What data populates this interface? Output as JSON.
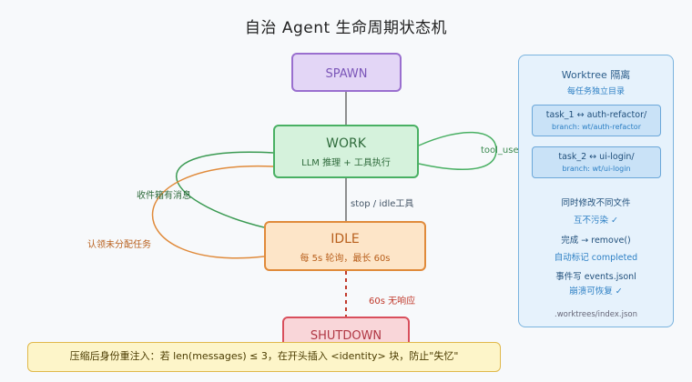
{
  "title": "自治 Agent 生命周期状态机",
  "states": {
    "spawn": {
      "name": "SPAWN"
    },
    "work": {
      "name": "WORK",
      "sub": "LLM 推理 + 工具执行"
    },
    "idle": {
      "name": "IDLE",
      "sub": "每 5s 轮询，最长 60s"
    },
    "shutdown": {
      "name": "SHUTDOWN"
    }
  },
  "transitions": {
    "stop": "stop / idle工具",
    "tool_use": "tool_use",
    "inbox": "收件箱有消息",
    "claim": "认领未分配任务",
    "timeout": "60s 无响应"
  },
  "worktree": {
    "title": "Worktree 隔离",
    "subtitle": "每任务独立目录",
    "tasks": [
      {
        "line": "task_1 ↔ auth-refactor/",
        "branch": "branch: wt/auth-refactor"
      },
      {
        "line": "task_2 ↔ ui-login/",
        "branch": "branch: wt/ui-login"
      }
    ],
    "notes": [
      "同时修改不同文件",
      "互不污染 ✓",
      "完成 → remove()",
      "自动标记 completed",
      "事件写 events.jsonl",
      "崩溃可恢复 ✓",
      ".worktrees/index.json"
    ]
  },
  "banner": "压缩后身份重注入：若 len(messages) ≤ 3，在开头插入 <identity> 块，防止\"失忆\"",
  "colors": {
    "spawn": "#9a6fcf",
    "work": "#49b063",
    "idle": "#e08a3a",
    "shutdown": "#d94f5c",
    "worktree": "#7ab3de",
    "banner": "#e0b84a"
  }
}
